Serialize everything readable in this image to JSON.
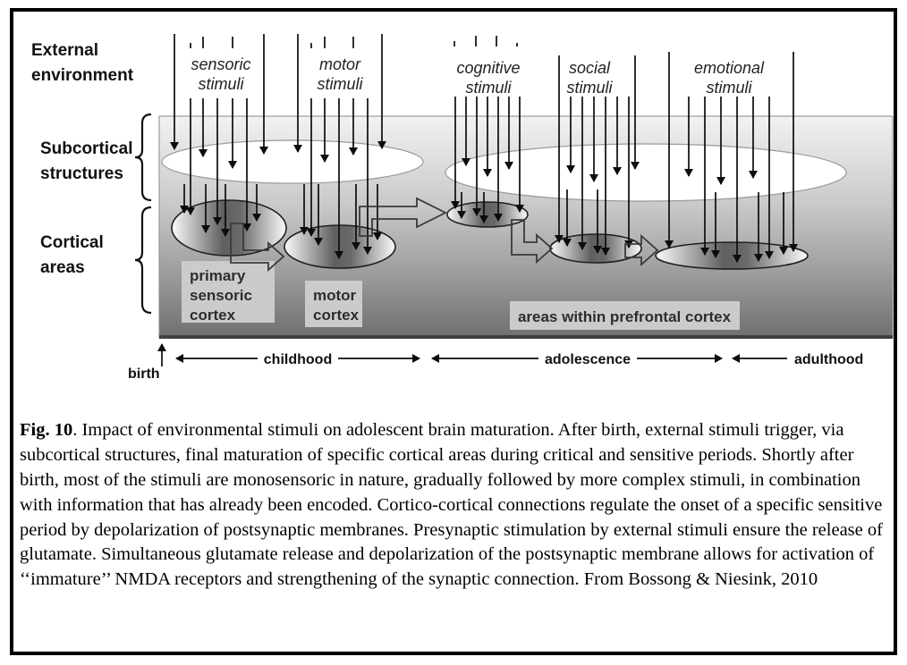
{
  "figure": {
    "external_env": {
      "line1": "External",
      "line2": "environment"
    },
    "stimuli_labels": [
      {
        "line1": "sensoric",
        "line2": "stimuli"
      },
      {
        "line1": "motor",
        "line2": "stimuli"
      },
      {
        "line1": "cognitive",
        "line2": "stimuli"
      },
      {
        "line1": "social",
        "line2": "stimuli"
      },
      {
        "line1": "emotional",
        "line2": "stimuli"
      }
    ],
    "brain_labels": {
      "subcortical": {
        "line1": "Subcortical",
        "line2": "structures"
      },
      "cortical": {
        "line1": "Cortical",
        "line2": "areas"
      }
    },
    "cortex_boxes": {
      "primary": {
        "line1": "primary",
        "line2": "sensoric",
        "line3": "cortex"
      },
      "motor": {
        "line1": "motor",
        "line2": "cortex"
      },
      "prefrontal": "areas within prefrontal cortex"
    },
    "timeline": {
      "birth": "birth",
      "childhood": "childhood",
      "adolescence": "adolescence",
      "adulthood": "adulthood"
    },
    "colors": {
      "background_top": "#f2f2f2",
      "background_bottom": "#6f6f6f",
      "label_box_fill": "#cbcbcb",
      "arrow": "#0c0c0c"
    }
  },
  "caption": {
    "fig_label": "Fig. 10",
    "body": ". Impact of environmental stimuli on adolescent brain maturation. After birth, external stimuli trigger, via subcortical structures, final maturation of specific cortical areas during critical and sensitive periods. Shortly after birth, most of the stimuli are monosensoric in nature, gradually followed by more complex stimuli, in combination with information that has already been encoded.  Cortico-cortical connections regulate the onset of a specific sensitive period by depolarization of postsynaptic membranes. Presynaptic stimulation by external stimuli ensure the release of glutamate.  Simultaneous glutamate release and depolarization of the postsynaptic membrane allows for activation of ‘‘immature’’ NMDA receptors and strengthening of the synaptic connection. From Bossong & Niesink, 2010"
  }
}
